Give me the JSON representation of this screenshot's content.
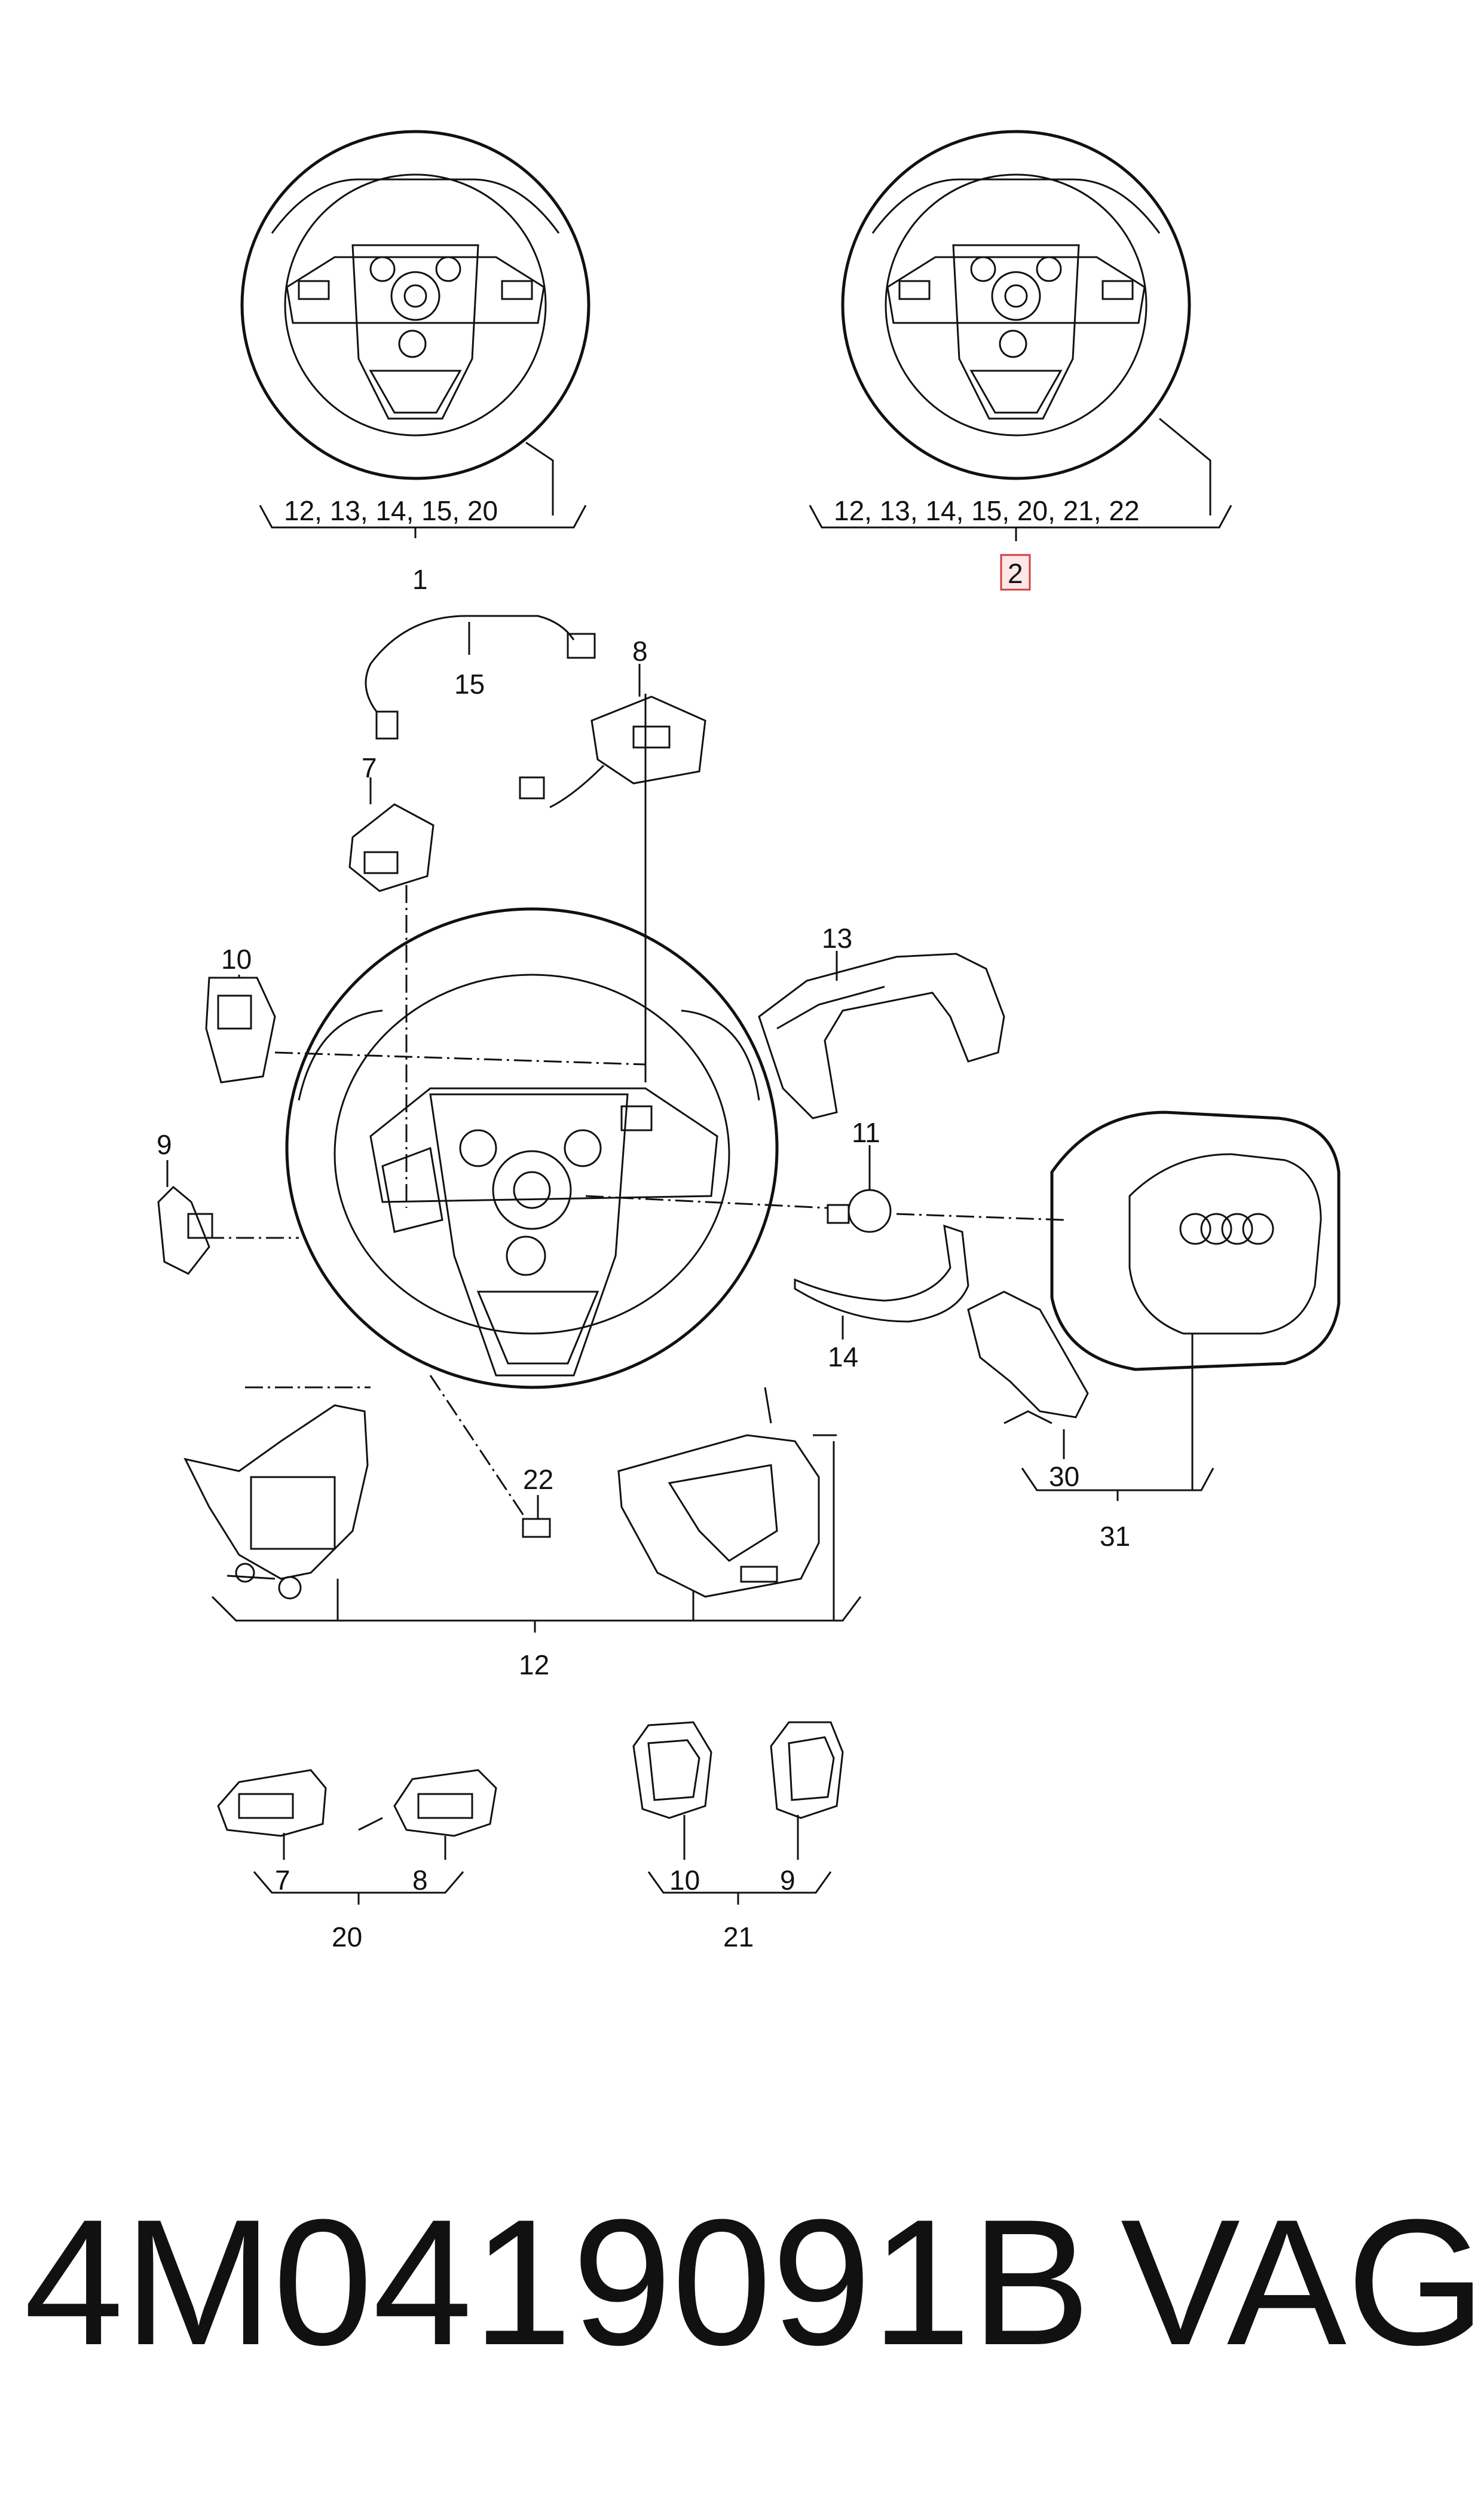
{
  "diagram": {
    "wheel_1_parts": "12, 13, 14, 15, 20",
    "wheel_1_label": "1",
    "wheel_2_parts": "12, 13, 14, 15, 20, 21, 22",
    "wheel_2_label": "2",
    "callouts": {
      "c15": "15",
      "c8": "8",
      "c7": "7",
      "c10": "10",
      "c9": "9",
      "c13": "13",
      "c11": "11",
      "c14": "14",
      "c30": "30",
      "c31": "31",
      "c22": "22",
      "c12": "12",
      "c20_7": "7",
      "c20_8": "8",
      "c20": "20",
      "c21_10": "10",
      "c21_9": "9",
      "c21": "21"
    },
    "highlighted_label": "2"
  },
  "footer": {
    "part_number": "4M0419091B",
    "brand": "VAG"
  },
  "colors": {
    "line": "#111111",
    "highlight_fill": "#fde6e6",
    "highlight_stroke": "#d04040"
  }
}
